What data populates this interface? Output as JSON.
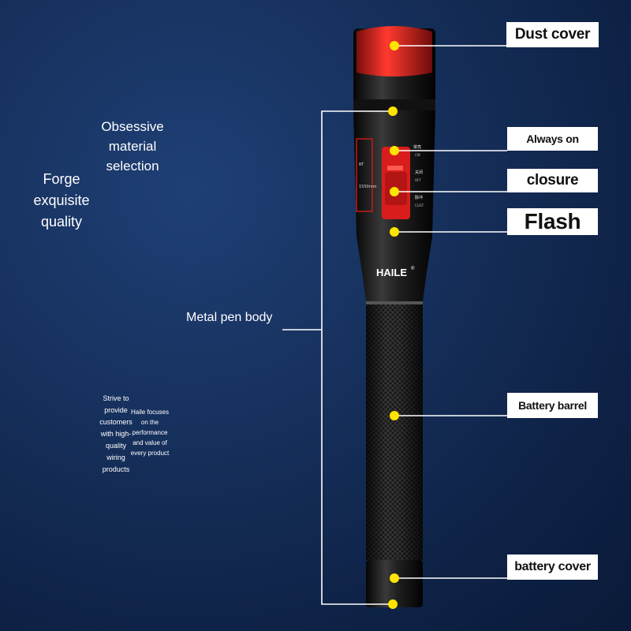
{
  "left_text": {
    "obsessive": "Obsessive material selection",
    "forge": "Forge exquisite quality",
    "metal_body": "Metal pen body",
    "strive": "Strive to provide customers with high-quality wiring products",
    "haile_focus": "Haile focuses on the performance and value of every product"
  },
  "callouts": {
    "dust_cover": "Dust cover",
    "always_on": "Always on",
    "closure": "closure",
    "flash": "Flash",
    "battery_barrel": "Battery barrel",
    "battery_cover": "battery cover"
  },
  "device": {
    "brand": "HAILE",
    "brand_mark": "®",
    "switch_labels": [
      "常亮",
      "CW",
      "关闭",
      "OFF",
      "脉冲",
      "CLIST"
    ]
  },
  "colors": {
    "background": "#17325f",
    "cap_red": "#e8201f",
    "switch_red": "#d91c1c",
    "callout_dot": "#ffe400",
    "callout_box": "#ffffff"
  }
}
